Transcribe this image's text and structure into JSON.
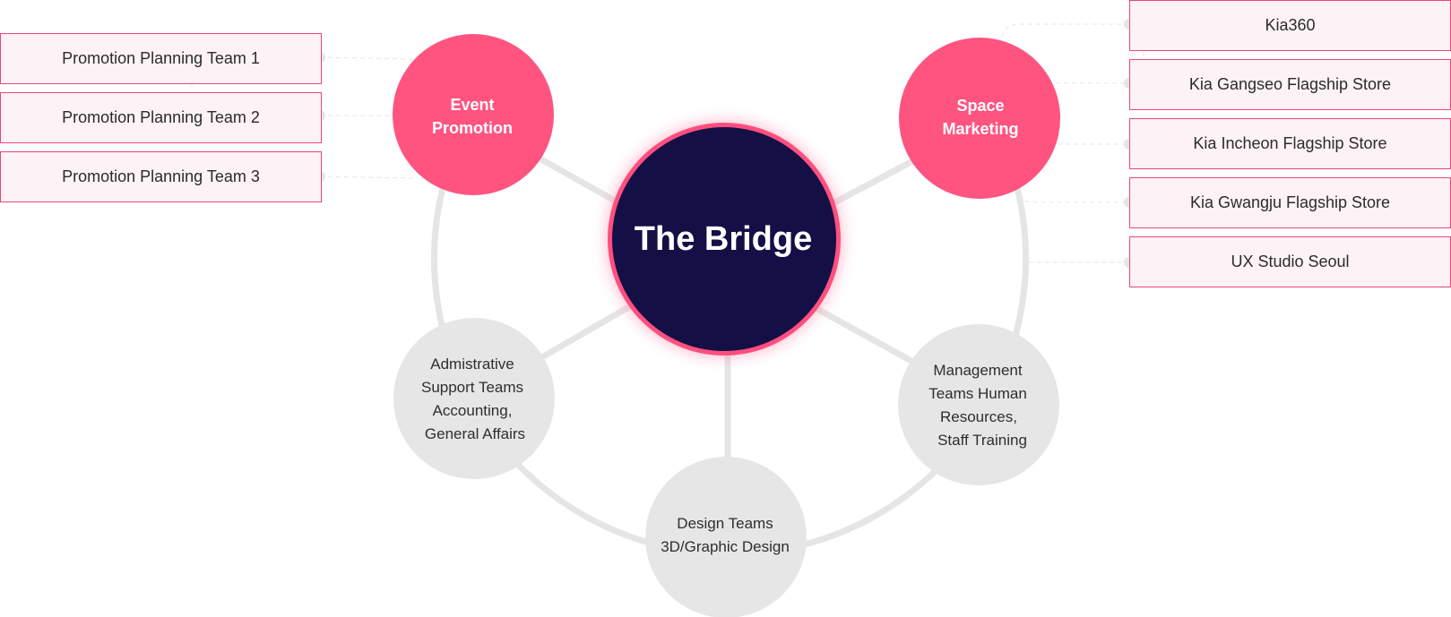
{
  "center": {
    "title": "The Bridge"
  },
  "nodes": {
    "event_promotion": [
      "Event",
      "Promotion"
    ],
    "space_marketing": [
      "Space",
      "Marketing"
    ],
    "administrative": [
      "Admistrative",
      "Support Teams",
      "Accounting,",
      "General Affairs"
    ],
    "management": [
      "Management",
      "Teams Human",
      "Resources,",
      "Staff Training"
    ],
    "design": [
      "Design Teams",
      "3D/Graphic Design"
    ]
  },
  "left_labels": [
    "Promotion Planning Team 1",
    "Promotion Planning Team 2",
    "Promotion Planning Team 3"
  ],
  "right_labels": [
    "Kia360",
    "Kia Gangseo Flagship Store",
    "Kia Incheon Flagship Store",
    "Kia Gwangju Flagship Store",
    "UX Studio Seoul"
  ],
  "colors": {
    "accent": "#ff5480",
    "center_fill": "#141046",
    "center_ring": "#ff4f7e",
    "gray_node": "#e7e6e7",
    "connector": "#e6e5e6",
    "label_border": "#e8467c",
    "label_fill": "#fdf2f5"
  }
}
